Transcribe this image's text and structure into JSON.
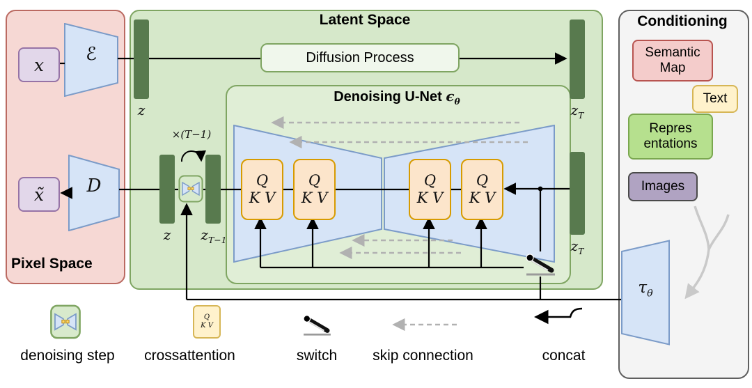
{
  "colors": {
    "pixel_panel": "#f6d8d4",
    "pixel_border": "#bb6a62",
    "latent_panel": "#d6e8ca",
    "latent_border": "#7fa562",
    "unet_panel": "#e0eed6",
    "conditioning_panel": "#f4f4f4",
    "conditioning_border": "#5f5f5f",
    "latent_bar": "#587a4e",
    "io_box": "#e2d7ea",
    "io_border": "#9673a6",
    "trapezoid": "#d6e4f7",
    "trapezoid_border": "#7b9bc8",
    "attention_box": "#fce5cb",
    "attention_border": "#d79b00",
    "semantic_map_box": "#f4cccb",
    "semantic_map_border": "#b85450",
    "text_box": "#fff2cc",
    "text_border": "#d6b656",
    "representations_box": "#b6e08e",
    "representations_border": "#7aa74f",
    "images_box": "#b0a3c2",
    "images_border": "#4a4a4a",
    "skip_arrow": "#b1b1b1"
  },
  "pixel_space": {
    "title": "Pixel Space",
    "input": "x",
    "output": "x̃",
    "encoder": "ℰ",
    "decoder": "D"
  },
  "latent_space": {
    "title": "Latent Space",
    "diffusion_process": "Diffusion Process",
    "z_top": "z",
    "z_T_top": {
      "base": "z",
      "sub": "T"
    },
    "z_mid": "z",
    "z_T_minus_1": {
      "base": "z",
      "sub": "T−1"
    },
    "z_T_right": {
      "base": "z",
      "sub": "T"
    },
    "loop_count": "×(T−1)"
  },
  "unet": {
    "title": "Denoising U-Net",
    "epsilon": "ϵ",
    "epsilon_sub": "θ",
    "attention": {
      "q": "Q",
      "kv": "K V"
    }
  },
  "conditioning": {
    "title": "Conditioning",
    "inputs": [
      {
        "label": "Semantic Map"
      },
      {
        "label": "Text"
      },
      {
        "label": "Repres entations"
      },
      {
        "label": "Images"
      }
    ],
    "tau": "τ",
    "tau_sub": "θ"
  },
  "legend": {
    "denoising_step": "denoising step",
    "crossattention": "crossattention",
    "switch": "switch",
    "skip_connection": "skip connection",
    "concat": "concat",
    "mini_attention": {
      "q": "Q",
      "kv": "K V"
    }
  }
}
